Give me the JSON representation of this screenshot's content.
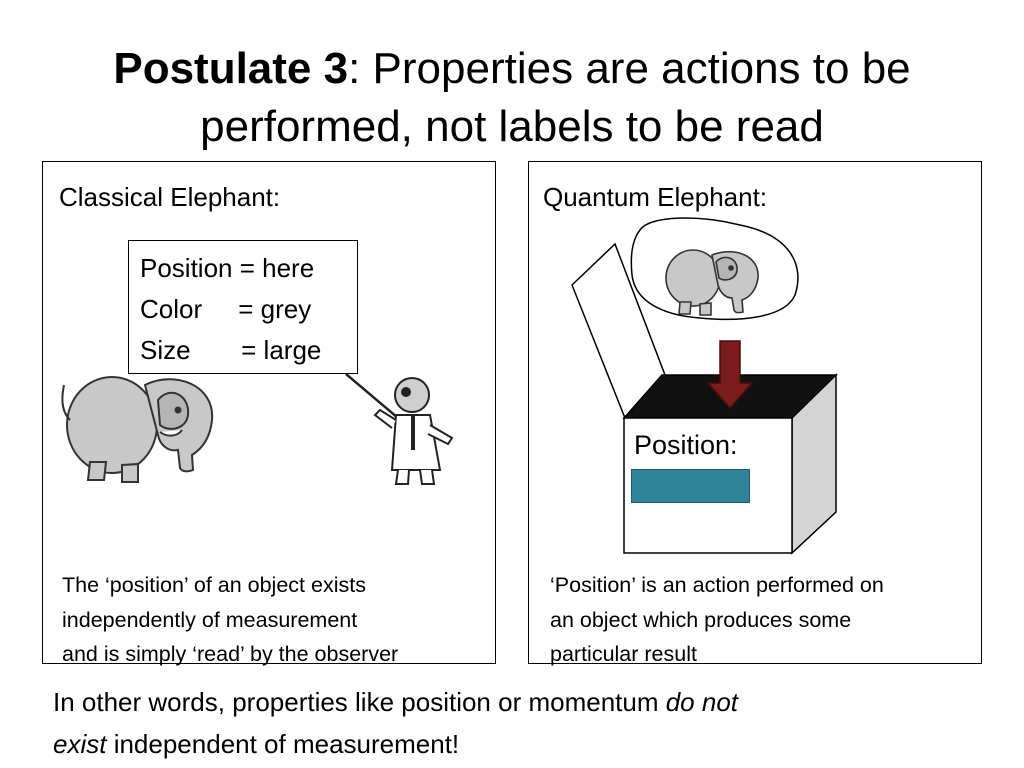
{
  "slide": {
    "title_bold": "Postulate 3",
    "title_rest": ": Properties are actions to be",
    "title_line2": "performed, not labels to be read"
  },
  "left_panel": {
    "heading": "Classical Elephant:",
    "label_rows": [
      "Position = here",
      "Color     = grey",
      "Size       = large"
    ],
    "caption_lines": [
      "The ‘position’ of an object exists",
      "independently of measurement",
      "and is simply ‘read’ by the observer"
    ]
  },
  "right_panel": {
    "heading": "Quantum Elephant:",
    "box_label": "Position:",
    "caption_lines": [
      "‘Position’ is an action performed on",
      "an object which produces some",
      "particular result"
    ]
  },
  "footer": {
    "part1": "In other words, properties like position or momentum ",
    "italic": "do not",
    "italic2": "exist",
    "part2": " independent of measurement!"
  },
  "colors": {
    "elephant_fill": "#c8c8c8",
    "arrow_fill": "#7a1c1c",
    "box_top": "#111111",
    "box_side": "#d4d4d4",
    "result_bar": "#2f8399"
  },
  "icons": {
    "classical_elephant": "elephant-illustration",
    "scientist": "scientist-with-pointer-illustration",
    "quantum_elephant": "elephant-in-thought-bubble",
    "measurement_box": "open-box-illustration",
    "down_arrow": "arrow-down-icon"
  }
}
